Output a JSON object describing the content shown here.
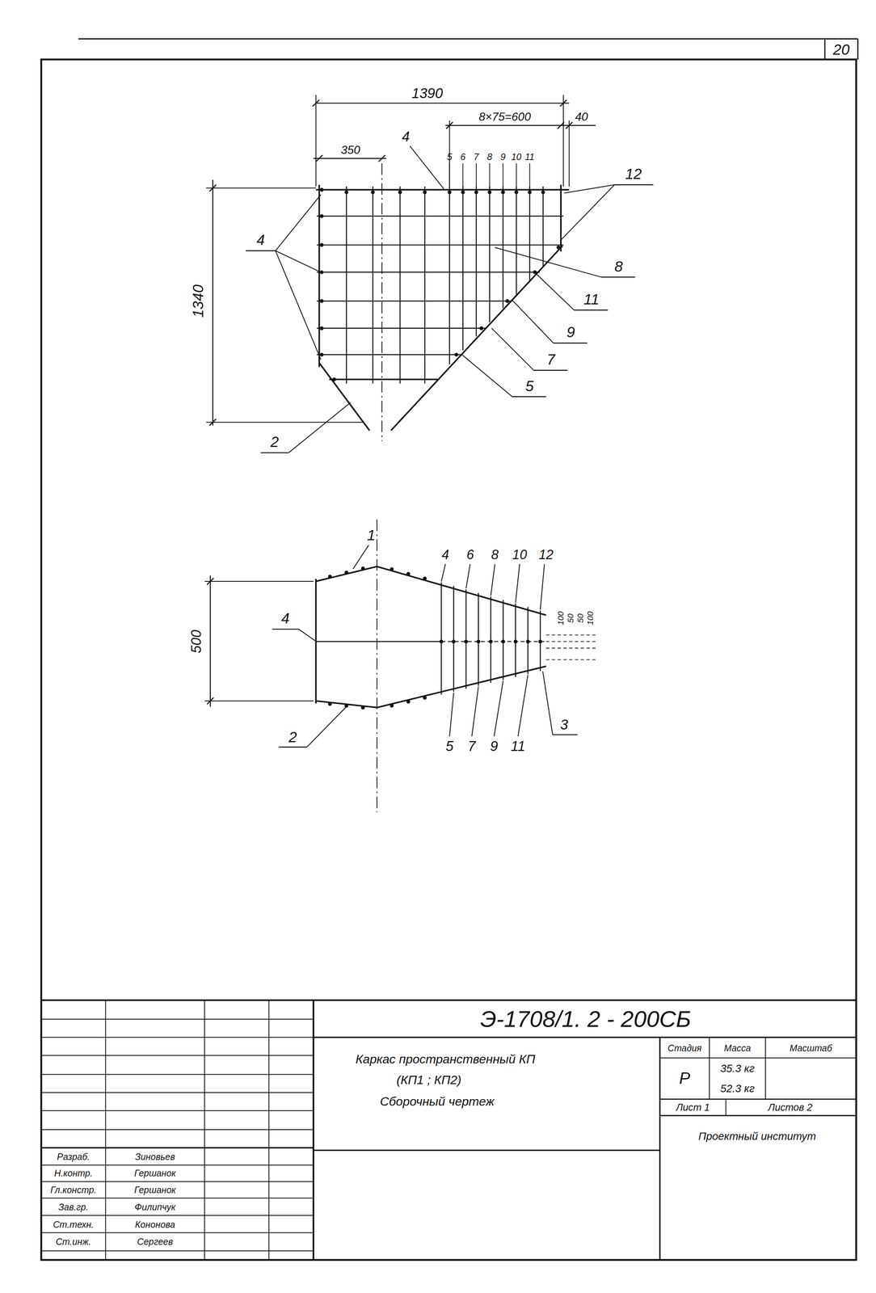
{
  "diagram": {
    "labels": [
      "20",
      "1390",
      "8×75=600",
      "40",
      "350",
      "4",
      "5",
      "6",
      "7",
      "8",
      "9",
      "10",
      "11",
      "12",
      "4",
      "1340",
      "8",
      "11",
      "9",
      "7",
      "5",
      "2",
      "1",
      "4",
      "6",
      "8",
      "10",
      "12",
      "4",
      "500",
      "100",
      "50",
      "50",
      "100",
      "5",
      "7",
      "9",
      "11",
      "3",
      "2",
      "Э-1708/1. 2 - 200СБ",
      "Каркас пространственный КП",
      "(КП1 ; КП2)",
      "Сборочный чертеж",
      "Стадия",
      "Масса",
      "Масштаб",
      "Р",
      "35.3 кг",
      "52.3 кг",
      "Лист 1",
      "Листов 2",
      "Проектный институт",
      "Разраб.",
      "Зиновьев",
      "Н.контр.",
      "Гершанок",
      "Гл.констр.",
      "Гершанок",
      "Зав.гр.",
      "Филипчук",
      "Ст.техн.",
      "Кононова",
      "Ст.инж.",
      "Сергеев"
    ]
  }
}
